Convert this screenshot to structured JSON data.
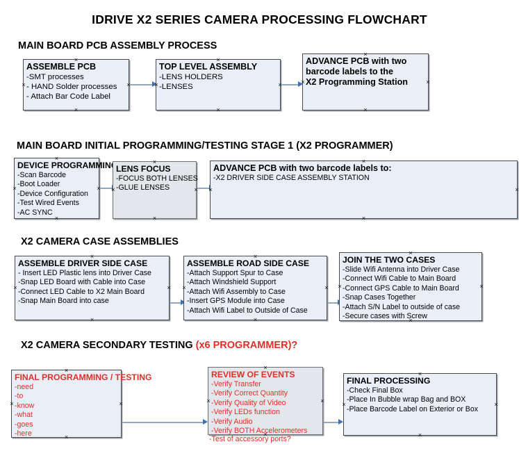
{
  "document": {
    "title": "IDRIVE X2  SERIES CAMERA PROCESSING FLOWCHART"
  },
  "colors": {
    "node_fill": "#e9eef7",
    "node_fill_gray": "#e3e6ea",
    "node_border": "#4a4a4a",
    "connector_line": "#8fa8c4",
    "connector_arrow": "#3f6fb5",
    "text": "#000000",
    "accent_red": "#e03028"
  },
  "sections": [
    {
      "id": "main-board-pcb-assembly-process",
      "header": "MAIN BOARD PCB ASSEMBLY PROCESS",
      "header_accent": "",
      "nodes": [
        {
          "id": "assemble-pcb",
          "title": "ASSEMBLE PCB",
          "lines": [
            "-SMT processes",
            "- HAND Solder processes",
            "- Attach Bar Code Label"
          ]
        },
        {
          "id": "top-level-assembly",
          "title": "TOP LEVEL ASSEMBLY",
          "lines": [
            "-LENS HOLDERS",
            "-LENSES"
          ]
        },
        {
          "id": "advance-pcb-to-x2-programming-station",
          "title": "ADVANCE PCB with two",
          "lines": [
            "barcode labels to the",
            " X2 Programming Station"
          ]
        }
      ]
    },
    {
      "id": "main-board-initial-programming-testing-stage-1",
      "header": "MAIN BOARD INITIAL PROGRAMMING/TESTING STAGE 1 (X2 PROGRAMMER)",
      "header_accent": "",
      "nodes": [
        {
          "id": "device-programming",
          "title": "DEVICE PROGRAMMING",
          "lines": [
            "-Scan Barcode",
            "-Boot Loader",
            "-Device Configuration",
            "-Test Wired Events",
            "-AC SYNC"
          ]
        },
        {
          "id": "lens-focus",
          "title": "LENS FOCUS",
          "lines": [
            "-FOCUS BOTH LENSES",
            "-GLUE LENSES"
          ]
        },
        {
          "id": "advance-pcb-to-driver-side-case-assembly",
          "title": "ADVANCE PCB with two barcode labels to:",
          "lines": [
            "-X2 DRIVER  SIDE  CASE  ASSEMBLY STATION"
          ]
        }
      ]
    },
    {
      "id": "x2-camera-case-assemblies",
      "header": "X2 CAMERA CASE ASSEMBLIES",
      "header_accent": "",
      "nodes": [
        {
          "id": "assemble-driver-side-case",
          "title": "ASSEMBLE DRIVER SIDE CASE",
          "lines": [
            "- Insert LED Plastic lens into Driver Case",
            "-Snap LED Board with Cable into Case",
            "-Connect LED Cable to X2 Main Board",
            "-Snap Main Board into case"
          ]
        },
        {
          "id": "assemble-road-side-case",
          "title": "ASSEMBLE ROAD SIDE CASE",
          "lines": [
            "-Attach Support Spur to Case",
            "-Attach Windshield Support",
            "-Attach Wifi Assembly to Case",
            "-Insert GPS Module into Case",
            "-Attach Wifi Label to Outside of Case"
          ]
        },
        {
          "id": "join-the-two-cases",
          "title": "JOIN THE TWO CASES",
          "lines": [
            "-Slide Wifi Antenna into Driver Case",
            "-Connect Wifi Cable to Main Board",
            "-Connect GPS Cable to Main Board",
            "-Snap Cases Together",
            "-Attach S/N Label to outside of case",
            "-Secure cases with Screw"
          ]
        }
      ]
    },
    {
      "id": "x2-camera-secondary-testing",
      "header": "X2 CAMERA SECONDARY TESTING ",
      "header_accent": "(x6 PROGRAMMER)?",
      "nodes": [
        {
          "id": "final-programming-testing",
          "title": "FINAL PROGRAMMING / TESTING",
          "lines": [
            "-need",
            "-to",
            "-know",
            "-what",
            "-goes",
            "-here"
          ]
        },
        {
          "id": "review-of-events",
          "title": "REVIEW OF EVENTS",
          "lines": [
            "-Verify Transfer",
            "-Verify Correct Quantity",
            "-Verify Quality of Video",
            "-Verify LEDs function",
            "-Verify Audio",
            "-Verify BOTH Accelerometers"
          ],
          "overflow_line": "-Test of accessory ports?"
        },
        {
          "id": "final-processing",
          "title": "FINAL PROCESSING",
          "lines": [
            " -Check Final Box",
            "-Place In Bubble wrap Bag and BOX",
            "-Place Barcode Label on Exterior or Box"
          ]
        }
      ]
    }
  ]
}
